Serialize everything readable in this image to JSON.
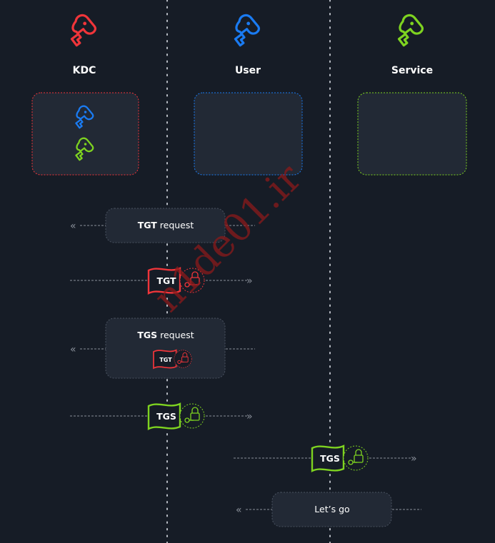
{
  "columns": [
    {
      "id": "kdc",
      "title": "KDC",
      "color": "#f0353a"
    },
    {
      "id": "user",
      "title": "User",
      "color": "#1a7bf2"
    },
    {
      "id": "service",
      "title": "Service",
      "color": "#7ed320"
    }
  ],
  "messages": {
    "tgt_request": {
      "bold": "TGT",
      "rest": " request"
    },
    "tgt_ticket": "TGT",
    "tgs_request": {
      "bold": "TGS",
      "rest": " request",
      "inner_ticket": "TGT"
    },
    "tgs_ticket_1": "TGS",
    "tgs_ticket_2": "TGS",
    "lets_go": "Let’s go"
  },
  "watermark": "n1de01.ir",
  "colors": {
    "background": "#161c26",
    "panel": "#222935",
    "panel_border": "#4a5260",
    "dash": "#8a909a",
    "dot_line": "#b8bcc4",
    "tgt": "#f0353a",
    "tgs": "#7ed320",
    "user": "#1a7bf2"
  }
}
